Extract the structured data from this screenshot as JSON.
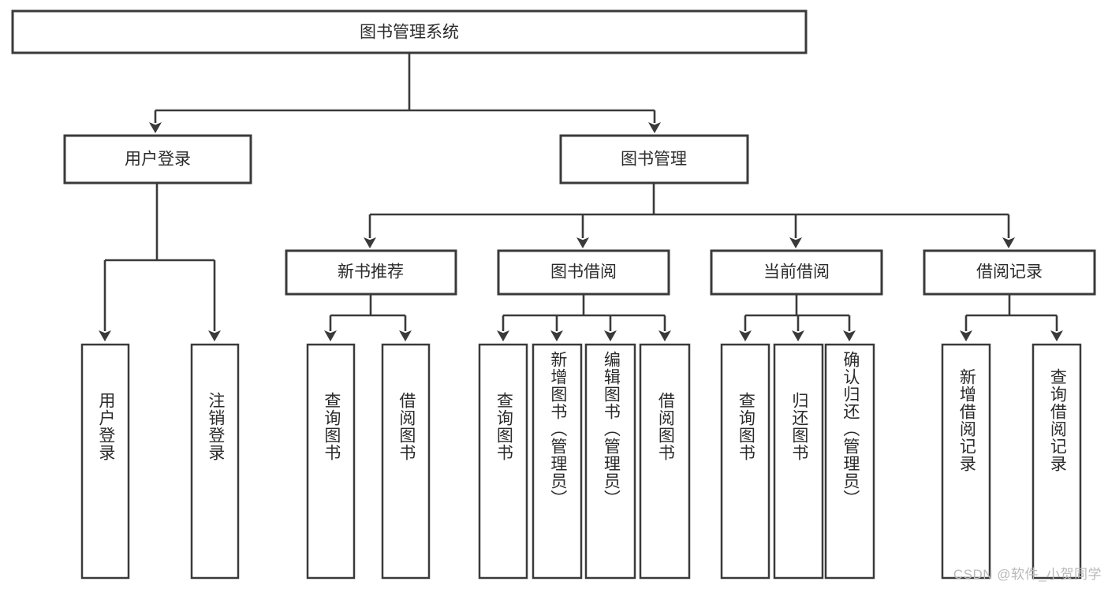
{
  "diagram": {
    "type": "tree-hierarchy",
    "title": "图书管理系统",
    "colors": {
      "stroke": "#3a3a3a",
      "box_fill": "#ffffff",
      "text": "#2b2b2b",
      "background": "#ffffff",
      "watermark": "#b9b9b9"
    },
    "root": {
      "label": "图书管理系统"
    },
    "level2": [
      {
        "label": "用户登录"
      },
      {
        "label": "图书管理"
      }
    ],
    "level3": [
      {
        "label": "新书推荐"
      },
      {
        "label": "图书借阅"
      },
      {
        "label": "当前借阅"
      },
      {
        "label": "借阅记录"
      }
    ],
    "leaves": {
      "user_login": [
        {
          "label": "用户登录"
        },
        {
          "label": "注销登录"
        }
      ],
      "new_book_recommend": [
        {
          "label": "查询图书"
        },
        {
          "label": "借阅图书"
        }
      ],
      "book_borrow": [
        {
          "label": "查询图书"
        },
        {
          "label": "新增图书（管理员）"
        },
        {
          "label": "编辑图书（管理员）"
        },
        {
          "label": "借阅图书"
        }
      ],
      "current_borrow": [
        {
          "label": "查询图书"
        },
        {
          "label": "归还图书"
        },
        {
          "label": "确认归还（管理员）"
        }
      ],
      "borrow_record": [
        {
          "label": "新增借阅记录"
        },
        {
          "label": "查询借阅记录"
        }
      ]
    },
    "watermark": "CSDN @软件_小贺同学"
  }
}
